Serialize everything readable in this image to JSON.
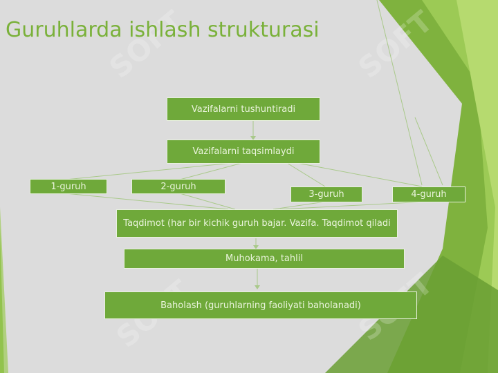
{
  "slide": {
    "title": "Guruhlarda ishlash strukturasi",
    "boxes": {
      "explain": "Vazifalarni tushuntiradi",
      "distribute": "Vazifalarni taqsimlaydi",
      "group1": "1-guruh",
      "group2": "2-guruh",
      "group3": "3-guruh",
      "group4": "4-guruh",
      "presentation": "Taqdimot (har bir kichik guruh bajar. Vazifa. Taqdimot qiladi",
      "discussion": "Muhokama, tahlil",
      "evaluation": "Baholash (guruhlarning faoliyati baholanadi)"
    },
    "watermark": "SOFT"
  },
  "colors": {
    "background": "#dcdcdc",
    "accent_green": "#7ab13a",
    "box_fill": "#6fa93a",
    "box_text": "#eaf4dc"
  }
}
